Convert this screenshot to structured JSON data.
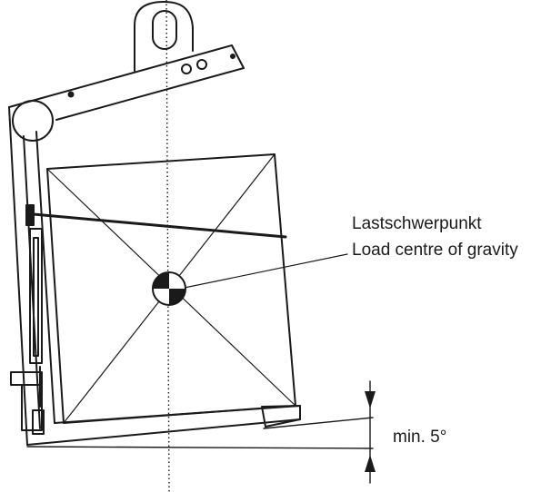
{
  "labels": {
    "gravity_de": "Lastschwerpunkt",
    "gravity_en": "Load centre of gravity",
    "angle": "min. 5°"
  },
  "colors": {
    "line": "#1a1a1a",
    "background": "#ffffff"
  }
}
